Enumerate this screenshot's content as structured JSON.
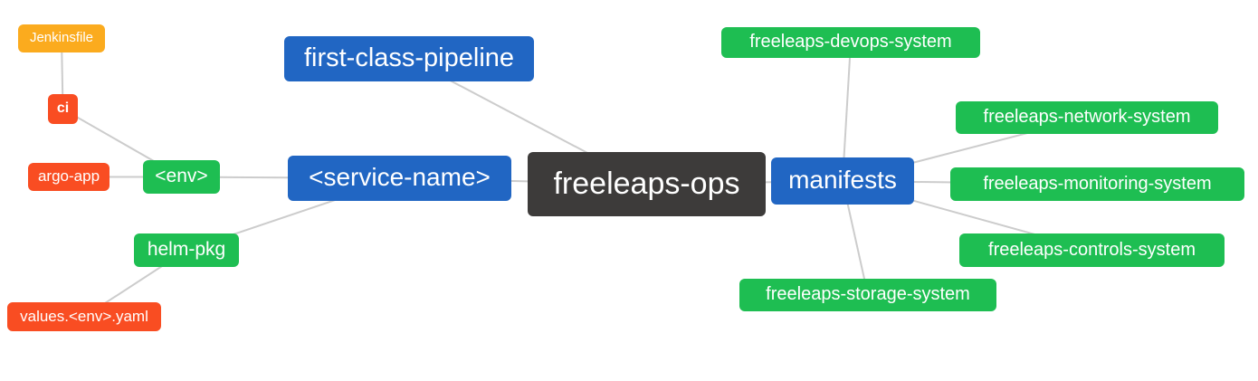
{
  "diagram": {
    "title": "freeleaps-ops mind map",
    "root": "freeleaps-ops",
    "palette": {
      "blue": "#2166c3",
      "green": "#1ebe52",
      "orange": "#fbab1e",
      "red": "#f94d22",
      "dark": "#3d3b3a",
      "edge": "#cccccc",
      "text": "#ffffff"
    },
    "nodes": [
      {
        "id": "freeleaps-ops",
        "label": "freeleaps-ops",
        "color": "dark"
      },
      {
        "id": "first-class-pipeline",
        "label": "first-class-pipeline",
        "color": "blue"
      },
      {
        "id": "service-name",
        "label": "<service-name>",
        "color": "blue"
      },
      {
        "id": "manifests",
        "label": "manifests",
        "color": "blue"
      },
      {
        "id": "env",
        "label": "<env>",
        "color": "green"
      },
      {
        "id": "helm-pkg",
        "label": "helm-pkg",
        "color": "green"
      },
      {
        "id": "jenkinsfile",
        "label": "Jenkinsfile",
        "color": "orange"
      },
      {
        "id": "ci",
        "label": "ci",
        "color": "red"
      },
      {
        "id": "argo-app",
        "label": "argo-app",
        "color": "red"
      },
      {
        "id": "values-env-yaml",
        "label": "values.<env>.yaml",
        "color": "red"
      },
      {
        "id": "freeleaps-devops-system",
        "label": "freeleaps-devops-system",
        "color": "green"
      },
      {
        "id": "freeleaps-network-system",
        "label": "freeleaps-network-system",
        "color": "green"
      },
      {
        "id": "freeleaps-monitoring-system",
        "label": "freeleaps-monitoring-system",
        "color": "green"
      },
      {
        "id": "freeleaps-controls-system",
        "label": "freeleaps-controls-system",
        "color": "green"
      },
      {
        "id": "freeleaps-storage-system",
        "label": "freeleaps-storage-system",
        "color": "green"
      }
    ],
    "edges": [
      {
        "from": "jenkinsfile",
        "to": "ci"
      },
      {
        "from": "ci",
        "to": "env"
      },
      {
        "from": "argo-app",
        "to": "env"
      },
      {
        "from": "env",
        "to": "service-name"
      },
      {
        "from": "helm-pkg",
        "to": "service-name"
      },
      {
        "from": "values-env-yaml",
        "to": "helm-pkg"
      },
      {
        "from": "first-class-pipeline",
        "to": "freeleaps-ops"
      },
      {
        "from": "service-name",
        "to": "freeleaps-ops"
      },
      {
        "from": "freeleaps-ops",
        "to": "manifests"
      },
      {
        "from": "manifests",
        "to": "freeleaps-devops-system"
      },
      {
        "from": "manifests",
        "to": "freeleaps-network-system"
      },
      {
        "from": "manifests",
        "to": "freeleaps-monitoring-system"
      },
      {
        "from": "manifests",
        "to": "freeleaps-controls-system"
      },
      {
        "from": "manifests",
        "to": "freeleaps-storage-system"
      }
    ]
  }
}
